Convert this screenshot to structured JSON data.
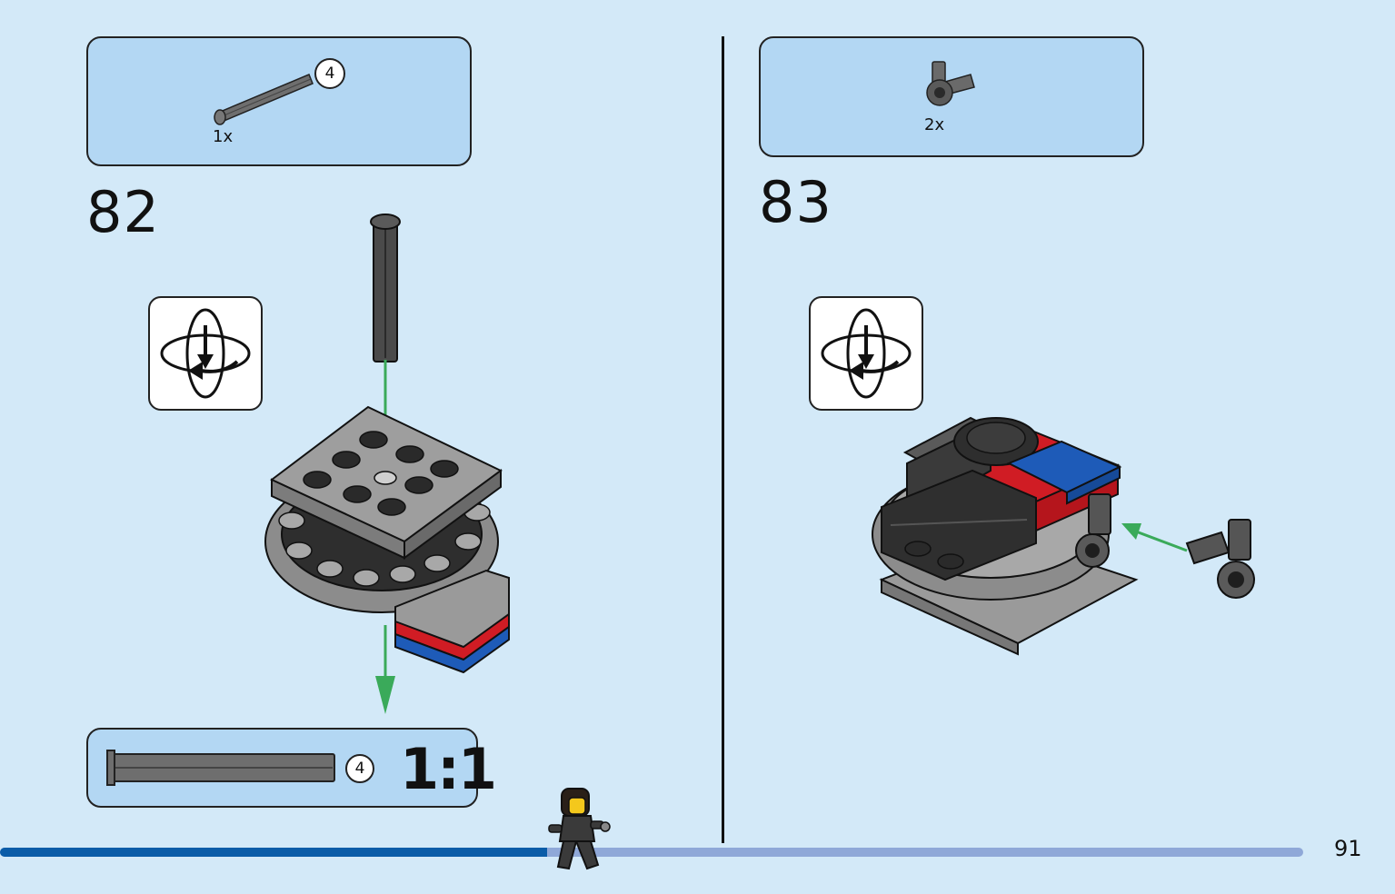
{
  "page": {
    "number": "91",
    "progress_fraction": 0.42
  },
  "steps": [
    {
      "number": "82",
      "parts": [
        {
          "icon": "axle-length-4-icon",
          "length_callout": "4",
          "quantity": "1x"
        }
      ],
      "rotate_hint": "rotate-model-icon",
      "scale_callout": {
        "length": "4",
        "ratio": "1:1"
      }
    },
    {
      "number": "83",
      "parts": [
        {
          "icon": "axle-connector-icon",
          "quantity": "2x"
        }
      ],
      "rotate_hint": "rotate-model-icon"
    }
  ],
  "colors": {
    "page_background": "#d3e9f8",
    "callout_background": "#b3d7f3",
    "progress_done": "#0a5ca8",
    "progress_remaining": "#8fa8d8",
    "arrow_green": "#3aaa5a",
    "brick_red": "#d01c24",
    "brick_blue": "#1e5bb8",
    "brick_gray": "#9a9a9a",
    "brick_dark": "#3a3a3a"
  }
}
